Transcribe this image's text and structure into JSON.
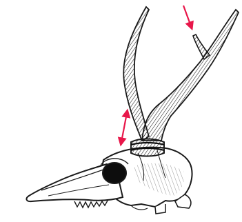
{
  "illustration": {
    "subject": "deer-skull-with-antlers",
    "style": "black-ink-line-drawing",
    "annotation_color": "#e8174a"
  },
  "annotations": [
    {
      "kind": "single-headed-arrow",
      "points_to": "antler-tine-tip"
    },
    {
      "kind": "double-headed-arrow",
      "measures": "antler-beam-segment"
    }
  ]
}
